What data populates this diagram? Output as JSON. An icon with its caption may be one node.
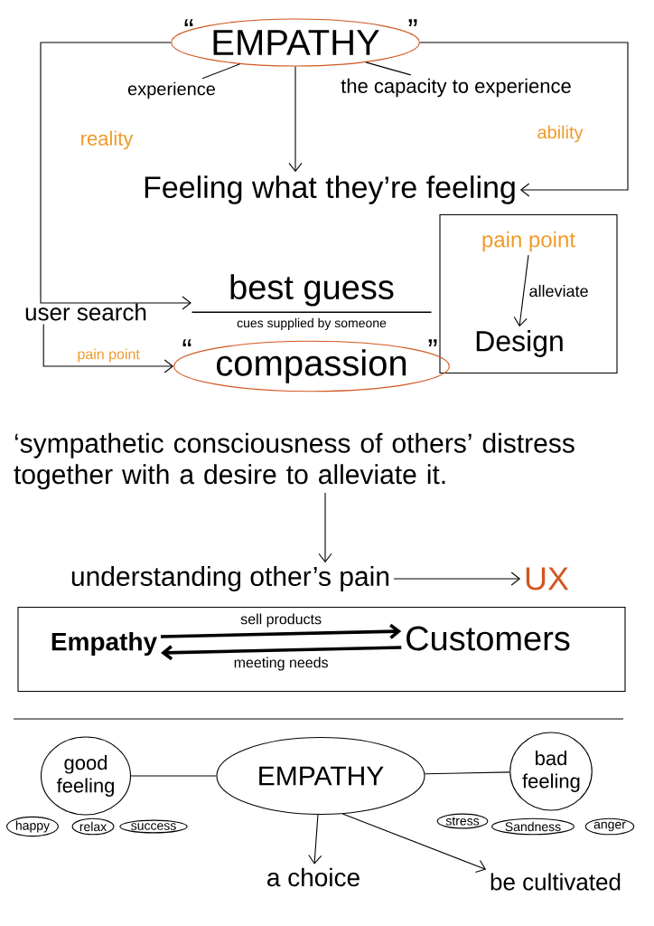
{
  "diagram": {
    "nodes": [
      {
        "text": [
          "EMPATHY"
        ],
        "beside": [
          "“",
          "”"
        ]
      },
      {
        "text": [
          "experience"
        ]
      },
      {
        "text": [
          "the capacity to experience"
        ]
      },
      {
        "text": [
          "Feeling what they’re feeling"
        ]
      },
      {
        "text": [
          "best guess",
          "cues supplied by someone"
        ]
      },
      {
        "text": [],
        "shape": "box"
      },
      {
        "text": [
          "pain point"
        ],
        "in": 5
      },
      {
        "text": [
          "Design"
        ],
        "in": 5
      },
      {
        "text": [
          "user search"
        ]
      },
      {
        "text": [
          "compassion"
        ],
        "beside": [
          "“",
          "”"
        ]
      },
      {
        "text": [
          "‘sympathetic consciousness of others’ distress together with a desire to alleviate it."
        ]
      },
      {
        "text": [
          "understanding other’s pain"
        ]
      },
      {
        "text": [
          "UX"
        ]
      },
      {
        "text": [],
        "shape": "box"
      },
      {
        "text": [
          "Empathy"
        ],
        "in": 13
      },
      {
        "text": [
          "Customers"
        ],
        "in": 13
      },
      {
        "text": [
          "good feeling"
        ]
      },
      {
        "text": [
          "EMPATHY"
        ]
      },
      {
        "text": [
          "bad feeling"
        ]
      },
      {
        "text": [
          "happy"
        ]
      },
      {
        "text": [
          "relax"
        ]
      },
      {
        "text": [
          "success"
        ]
      },
      {
        "text": [
          "stress"
        ]
      },
      {
        "text": [
          "Sandness"
        ]
      },
      {
        "text": [
          "anger"
        ]
      },
      {
        "text": [
          "a choice"
        ]
      },
      {
        "text": [
          "be cultivated"
        ]
      }
    ],
    "edges": [
      {
        "from": 0,
        "to": 1,
        "arrow": "none"
      },
      {
        "from": 0,
        "to": 2,
        "arrow": "none"
      },
      {
        "from": 0,
        "to": 3,
        "arrow": "to"
      },
      {
        "from": 0,
        "to": 4,
        "arrow": "to"
      },
      {
        "from": 0,
        "to": 3,
        "arrow": "to"
      },
      {
        "from": 6,
        "to": 7,
        "arrow": "to",
        "label": "alleviate"
      },
      {
        "from": 8,
        "to": 9,
        "arrow": "to",
        "label": "pain point"
      },
      {
        "from": 10,
        "to": 11,
        "arrow": "to"
      },
      {
        "from": 11,
        "to": 12,
        "arrow": "to"
      },
      {
        "from": 14,
        "to": 15,
        "arrow": "to",
        "label": "sell products",
        "style": "thick"
      },
      {
        "from": 15,
        "to": 14,
        "arrow": "to",
        "label": "meeting needs",
        "style": "thick"
      },
      {
        "from": 16,
        "to": 17,
        "arrow": "none"
      },
      {
        "from": 17,
        "to": 18,
        "arrow": "none"
      },
      {
        "from": 17,
        "to": 25,
        "arrow": "to"
      },
      {
        "from": 17,
        "to": 26,
        "arrow": "to"
      }
    ],
    "labels": [
      "reality",
      "ability"
    ]
  }
}
